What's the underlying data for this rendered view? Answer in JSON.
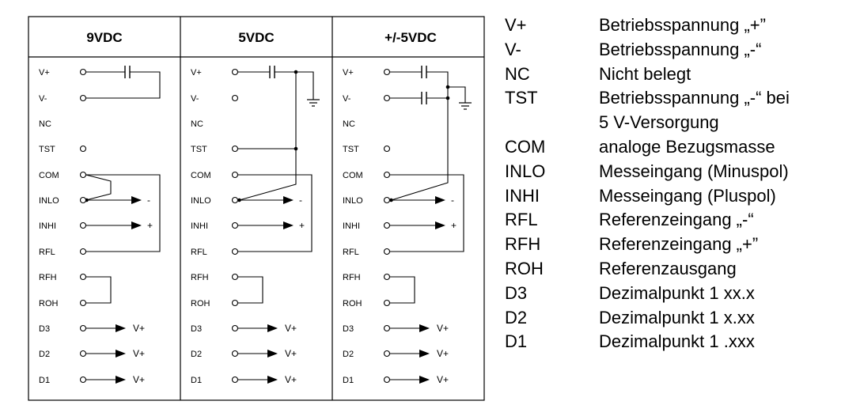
{
  "diagram": {
    "columns": [
      {
        "header": "9VDC",
        "pins": [
          "V+",
          "V-",
          "NC",
          "TST",
          "COM",
          "INLO",
          "INHI",
          "RFL",
          "RFH",
          "ROH",
          "D3",
          "D2",
          "D1"
        ]
      },
      {
        "header": "5VDC",
        "pins": [
          "V+",
          "V-",
          "NC",
          "TST",
          "COM",
          "INLO",
          "INHI",
          "RFL",
          "RFH",
          "ROH",
          "D3",
          "D2",
          "D1"
        ]
      },
      {
        "header": "+/-5VDC",
        "pins": [
          "V+",
          "V-",
          "NC",
          "TST",
          "COM",
          "INLO",
          "INHI",
          "RFL",
          "RFH",
          "ROH",
          "D3",
          "D2",
          "D1"
        ]
      }
    ],
    "signs": {
      "minus": "-",
      "plus": "+"
    },
    "decimal_target": "V+"
  },
  "legend": [
    {
      "pin": "V+",
      "description": "Betriebsspannung „+”"
    },
    {
      "pin": "V-",
      "description": "Betriebsspannung „-“"
    },
    {
      "pin": "NC",
      "description": "Nicht belegt"
    },
    {
      "pin": "TST",
      "description": "Betriebsspannung „-“ bei"
    },
    {
      "pin": "",
      "description": "5 V-Versorgung"
    },
    {
      "pin": "COM",
      "description": "analoge Bezugsmasse"
    },
    {
      "pin": "INLO",
      "description": "Messeingang (Minuspol)"
    },
    {
      "pin": "INHI",
      "description": "Messeingang (Pluspol)"
    },
    {
      "pin": "RFL",
      "description": "Referenzeingang „-“"
    },
    {
      "pin": "RFH",
      "description": "Referenzeingang „+”"
    },
    {
      "pin": "ROH",
      "description": "Referenzausgang"
    },
    {
      "pin": "D3",
      "description": "Dezimalpunkt 1 xx.x"
    },
    {
      "pin": "D2",
      "description": "Dezimalpunkt 1 x.xx"
    },
    {
      "pin": "D1",
      "description": "Dezimalpunkt 1  .xxx"
    }
  ]
}
